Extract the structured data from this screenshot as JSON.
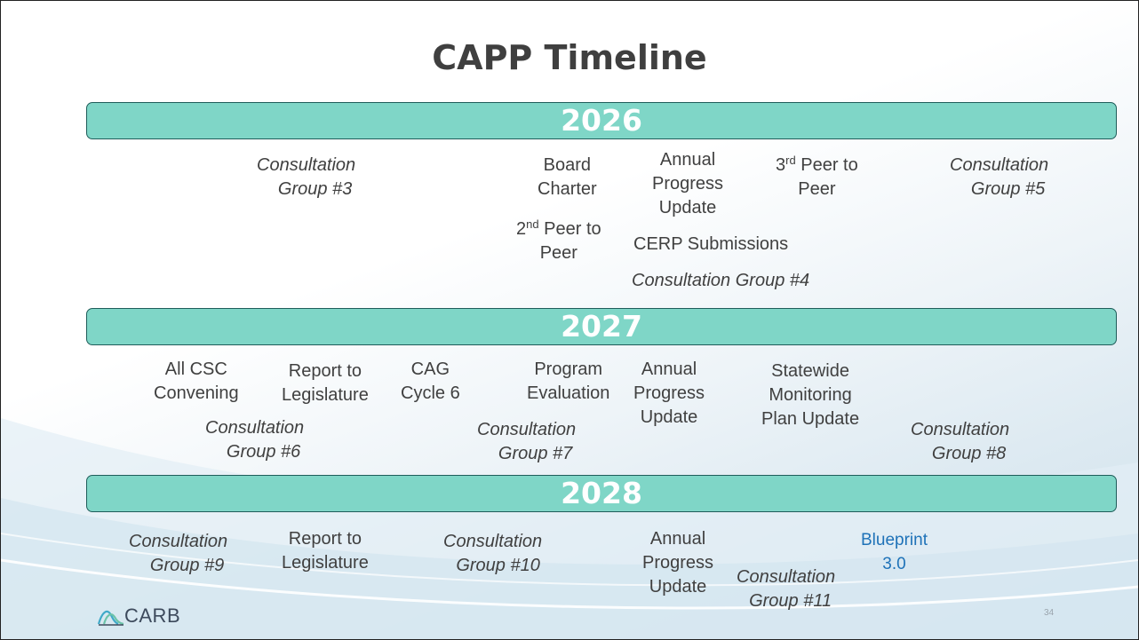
{
  "title": "CAPP Timeline",
  "bars": {
    "y2026": "2026",
    "y2027": "2027",
    "y2028": "2028"
  },
  "items2026": {
    "cg3_l1": "Consultation",
    "cg3_l2": "Group #3",
    "board_l1": "Board",
    "board_l2": "Charter",
    "p2p2_sup": "nd",
    "p2p2_l1_rest": " Peer to",
    "p2p2_num": "2",
    "p2p2_l2": "Peer",
    "apu_l1": "Annual",
    "apu_l2": "Progress",
    "apu_l3": "Update",
    "cerp": "CERP Submissions",
    "cg4": "Consultation Group #4",
    "p2p3_num": "3",
    "p2p3_sup": "rd",
    "p2p3_l1_rest": "  Peer to",
    "p2p3_l2": "Peer",
    "cg5_l1": "Consultation",
    "cg5_l2": "Group #5"
  },
  "items2027": {
    "csc_l1": "All CSC",
    "csc_l2": "Convening",
    "rtl_l1": "Report to",
    "rtl_l2": "Legislature",
    "cag_l1": "CAG",
    "cag_l2": "Cycle 6",
    "pe_l1": "Program",
    "pe_l2": "Evaluation",
    "apu_l1": "Annual",
    "apu_l2": "Progress",
    "apu_l3": "Update",
    "smp_l1": "Statewide",
    "smp_l2": "Monitoring",
    "smp_l3": "Plan Update",
    "cg6_l1": "Consultation",
    "cg6_l2": "Group #6",
    "cg7_l1": "Consultation",
    "cg7_l2": "Group #7",
    "cg8_l1": "Consultation",
    "cg8_l2": "Group #8"
  },
  "items2028": {
    "cg9_l1": "Consultation",
    "cg9_l2": "Group #9",
    "rtl_l1": "Report to",
    "rtl_l2": "Legislature",
    "cg10_l1": "Consultation",
    "cg10_l2": "Group #10",
    "apu_l1": "Annual",
    "apu_l2": "Progress",
    "apu_l3": "Update",
    "cg11_l1": "Consultation",
    "cg11_l2": "Group #11",
    "bp_l1": "Blueprint",
    "bp_l2": "3.0"
  },
  "footer": {
    "logo_text": "CARB",
    "page_number": "34"
  },
  "colors": {
    "bar_fill": "#7fd6c7",
    "bar_border": "#1f5d5a",
    "text": "#404040",
    "blueprint": "#1e72b8"
  }
}
